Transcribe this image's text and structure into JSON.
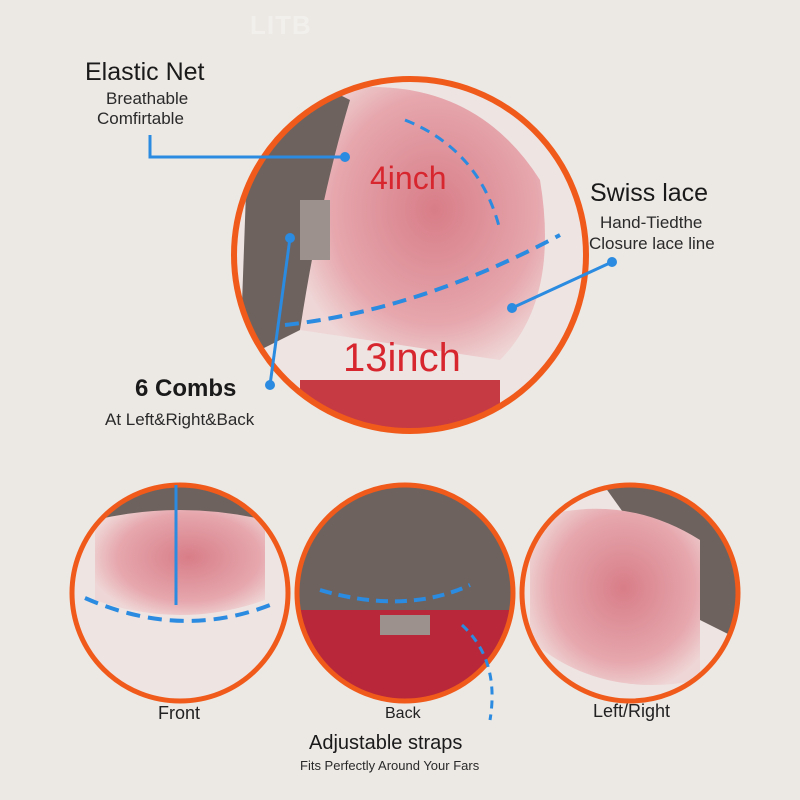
{
  "watermark": "LITB",
  "colors": {
    "ring": "#f05a1a",
    "accent": "#2a8be0",
    "background": "#ece8e4",
    "lace": "#d58a92",
    "cap": "#6e625e"
  },
  "main": {
    "elastic_net": {
      "title": "Elastic Net",
      "line1": "Breathable",
      "line2": "Comfirtable"
    },
    "swiss_lace": {
      "title": "Swiss lace",
      "line1": "Hand-Tiedthe",
      "line2": "Closure lace line"
    },
    "combs": {
      "title": "6 Combs",
      "line1": "At Left&Right&Back"
    },
    "measure_depth": "4inch",
    "measure_width": "13inch"
  },
  "views": [
    {
      "label": "Front"
    },
    {
      "label": "Back"
    },
    {
      "label": "Left/Right"
    }
  ],
  "straps": {
    "title": "Adjustable straps",
    "line1": "Fits Perfectly Around Your Fars"
  }
}
